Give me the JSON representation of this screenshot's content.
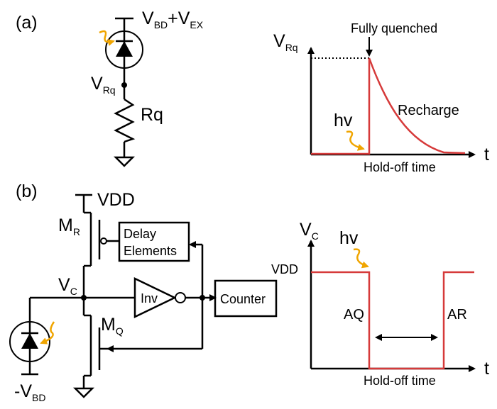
{
  "panel_a": {
    "label": "(a)",
    "supply": {
      "v1": "V",
      "v1_sub": "BD",
      "plus": "+V",
      "v2_sub": "EX"
    },
    "node": {
      "main": "V",
      "sub": "Rq"
    },
    "resistor": "Rq",
    "graph": {
      "y_main": "V",
      "y_sub": "Rq",
      "x_axis": "t",
      "fully_quenched": "Fully quenched",
      "recharge": "Recharge",
      "photon": "hv",
      "hold_off": "Hold-off time"
    }
  },
  "panel_b": {
    "label": "(b)",
    "vdd": "VDD",
    "mr": {
      "main": "M",
      "sub": "R"
    },
    "mq": {
      "main": "M",
      "sub": "Q"
    },
    "vc": {
      "main": "V",
      "sub": "C"
    },
    "delay": {
      "line1": "Delay",
      "line2": "Elements"
    },
    "inv": "Inv",
    "counter": "Counter",
    "bias": {
      "main": "-V",
      "sub": "BD"
    },
    "graph": {
      "y_main": "V",
      "y_sub": "C",
      "x_axis": "t",
      "vdd": "VDD",
      "photon": "hv",
      "aq": "AQ",
      "ar": "AR",
      "hold_off": "Hold-off time"
    }
  },
  "colors": {
    "waveform": "#d63a3a",
    "photon": "#f0a500",
    "ink": "#000000"
  }
}
